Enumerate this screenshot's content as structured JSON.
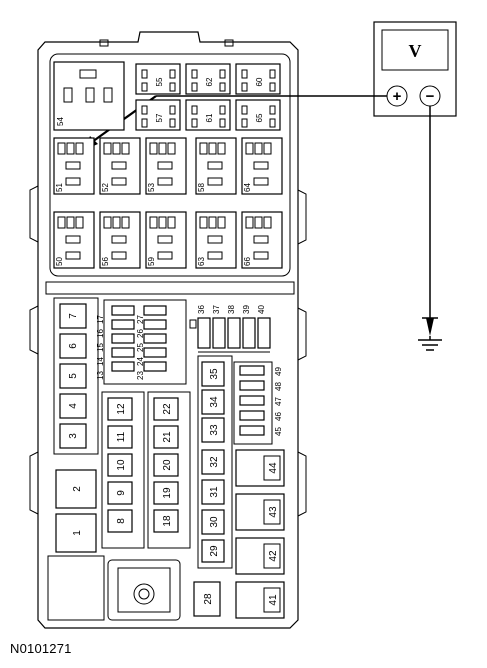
{
  "figure_code": "N0101271",
  "meter": {
    "display": "V",
    "plus_symbol": "+",
    "minus_symbol": "−"
  },
  "relay_labels": [
    "54",
    "55",
    "62",
    "60",
    "57",
    "61",
    "65"
  ],
  "large_relay_labels": [
    "51",
    "52",
    "53",
    "58",
    "64",
    "50",
    "56",
    "59",
    "63",
    "66"
  ],
  "vertical_fuse_labels": [
    "36",
    "37",
    "38",
    "39",
    "40"
  ],
  "mini_fuse_labels": [
    "13",
    "14",
    "15",
    "16",
    "17",
    "23",
    "24",
    "25",
    "26",
    "27"
  ],
  "left_fuses": [
    "7",
    "6",
    "5",
    "4",
    "3",
    "2",
    "1"
  ],
  "center_left_fuses": [
    "12",
    "11",
    "10",
    "9",
    "8"
  ],
  "center_right_fuses": [
    "22",
    "21",
    "20",
    "19",
    "18"
  ],
  "right_column_fuses": [
    "35",
    "34",
    "33",
    "32",
    "31",
    "30",
    "29",
    "28"
  ],
  "side_fuse_labels": [
    "45",
    "46",
    "47",
    "48",
    "49"
  ],
  "cartridge_fuses": [
    "44",
    "43",
    "42",
    "41"
  ]
}
